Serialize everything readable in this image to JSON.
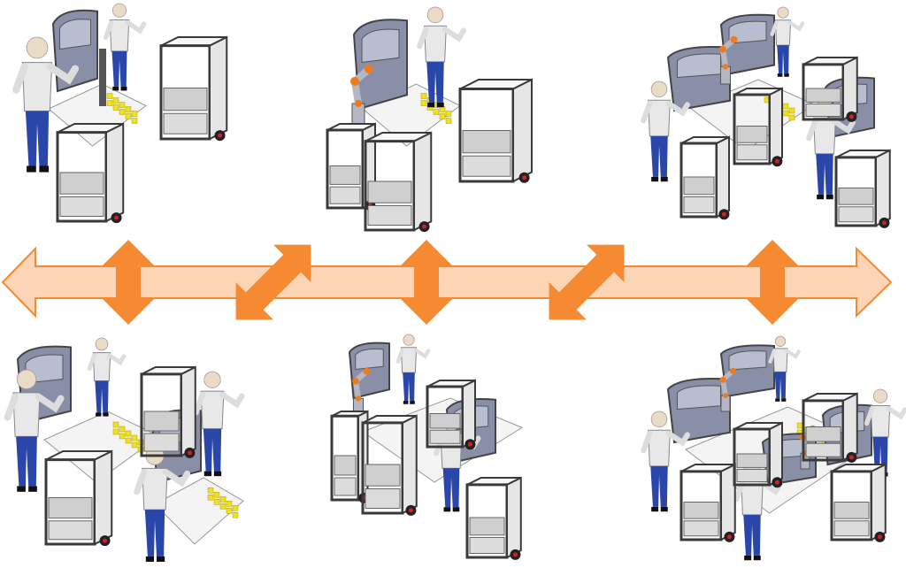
{
  "diagram": {
    "description_labels": [],
    "colors": {
      "main_arrow_fill": "#fbd5b5",
      "main_arrow_stroke": "#f58a32",
      "transition_arrow": "#f58a32",
      "worker_shirt": "#e8e8e8",
      "worker_pants": "#2a46a8",
      "worker_skin": "#e9dcc6",
      "cart_frame": "#3a3a3a",
      "cart_panel": "#cfcfcf",
      "table_stripe": "#f0e020",
      "door_panel": "#8a8fa8",
      "robot_orange": "#f07a1e",
      "robot_body": "#b5b8c4"
    },
    "stations": [
      {
        "id": "top-left"
      },
      {
        "id": "top-middle"
      },
      {
        "id": "top-right"
      },
      {
        "id": "bottom-left"
      },
      {
        "id": "bottom-middle"
      },
      {
        "id": "bottom-right"
      }
    ]
  }
}
